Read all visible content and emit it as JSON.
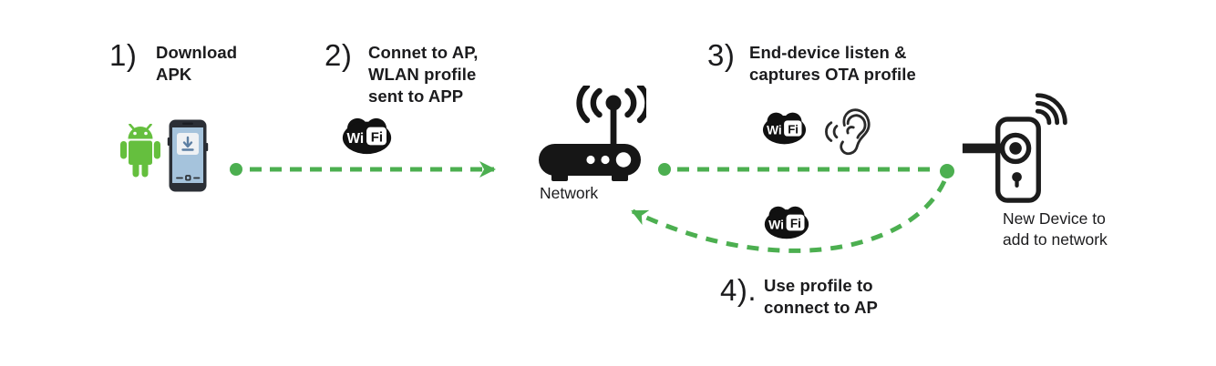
{
  "steps": [
    {
      "number": "1)",
      "label": "Download\nAPK"
    },
    {
      "number": "2)",
      "label": "Connet to AP,\nWLAN profile\nsent to APP"
    },
    {
      "number": "3)",
      "label": "End-device listen &\ncaptures OTA profile"
    },
    {
      "number": "4).",
      "label": "Use profile to\nconnect to AP"
    }
  ],
  "labels": {
    "router": "Network",
    "new_device": "New Device to\nadd to network"
  },
  "wifi_logo": {
    "wi": "Wi",
    "fi": "Fi"
  },
  "icon_names": [
    "android-robot-icon",
    "phone-download-icon",
    "wifi-logo-icon",
    "wireless-router-icon",
    "ear-listening-icon",
    "smart-lock-icon",
    "dashed-arrow-right",
    "dashed-line-dot",
    "curved-dashed-arrow"
  ],
  "colors": {
    "background": "#ffffff",
    "arrow_green": "#4caf50",
    "android_green": "#65bf3e",
    "icon_black": "#161616",
    "text": "#1b1b1d",
    "phone_screen_blue": "#a5c3dc",
    "download_glyph_blue": "#5c7fa3"
  }
}
